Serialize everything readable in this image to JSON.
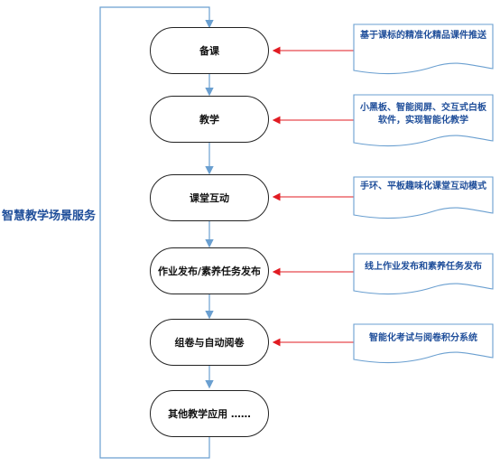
{
  "side_label": "智慧教学场景服务",
  "steps": [
    {
      "label": "备课"
    },
    {
      "label": "教学"
    },
    {
      "label": "课堂互动"
    },
    {
      "label": "作业发布/素养任务发布"
    },
    {
      "label": "组卷与自动阅卷"
    },
    {
      "label": "其他教学应用 ……"
    }
  ],
  "notes": [
    {
      "text": "基于课标的精准化精品课件推送"
    },
    {
      "text": "小黑板、智能阅屏、交互式白板软件，实现智能化教学"
    },
    {
      "text": "手环、平板趣味化课堂互动模式"
    },
    {
      "text": "线上作业发布和素养任务发布"
    },
    {
      "text": "智能化考试与阅卷积分系统"
    }
  ],
  "colors": {
    "flow_line": "#6a9fd0",
    "arrow_red": "#e11b22",
    "note_border": "#6a9fd0",
    "note_fill": "#ffffff",
    "text_blue": "#1f4e9a",
    "step_border": "#222222"
  }
}
